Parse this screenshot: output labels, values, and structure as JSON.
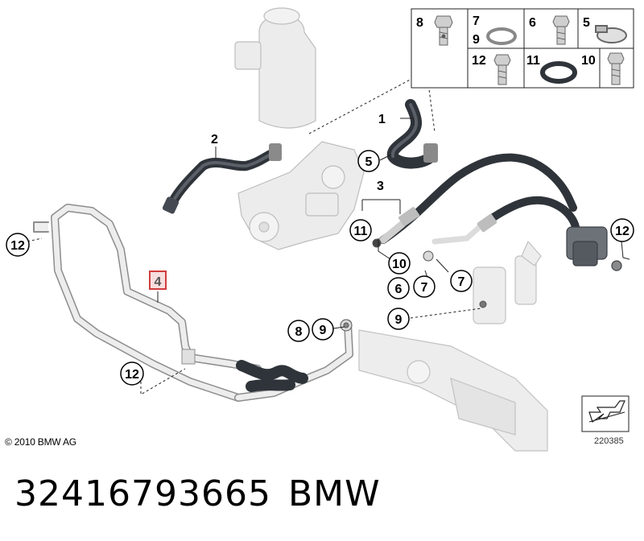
{
  "callouts": {
    "c1": "1",
    "c2": "2",
    "c3": "3",
    "c4": "4",
    "c5": "5",
    "c6": "6",
    "c7a": "7",
    "c7b": "7",
    "c8": "8",
    "c9a": "9",
    "c9b": "9",
    "c10": "10",
    "c11a": "11",
    "c12a": "12",
    "c12b": "12",
    "c12c": "12"
  },
  "legend": {
    "k8": "8",
    "k7": "7",
    "k9": "9",
    "k6": "6",
    "k5": "5",
    "k12": "12",
    "k11": "11",
    "k10": "10"
  },
  "footer": {
    "copyright": "© 2010 BMW AG",
    "diagram_number": "220385",
    "part_number": "32416793665",
    "brand": "BMW"
  },
  "colors": {
    "ghost": "#cfcfcf",
    "hose": "#3a3f45",
    "pipe": "#e9e9e9",
    "highlight": "#d23c3c"
  }
}
